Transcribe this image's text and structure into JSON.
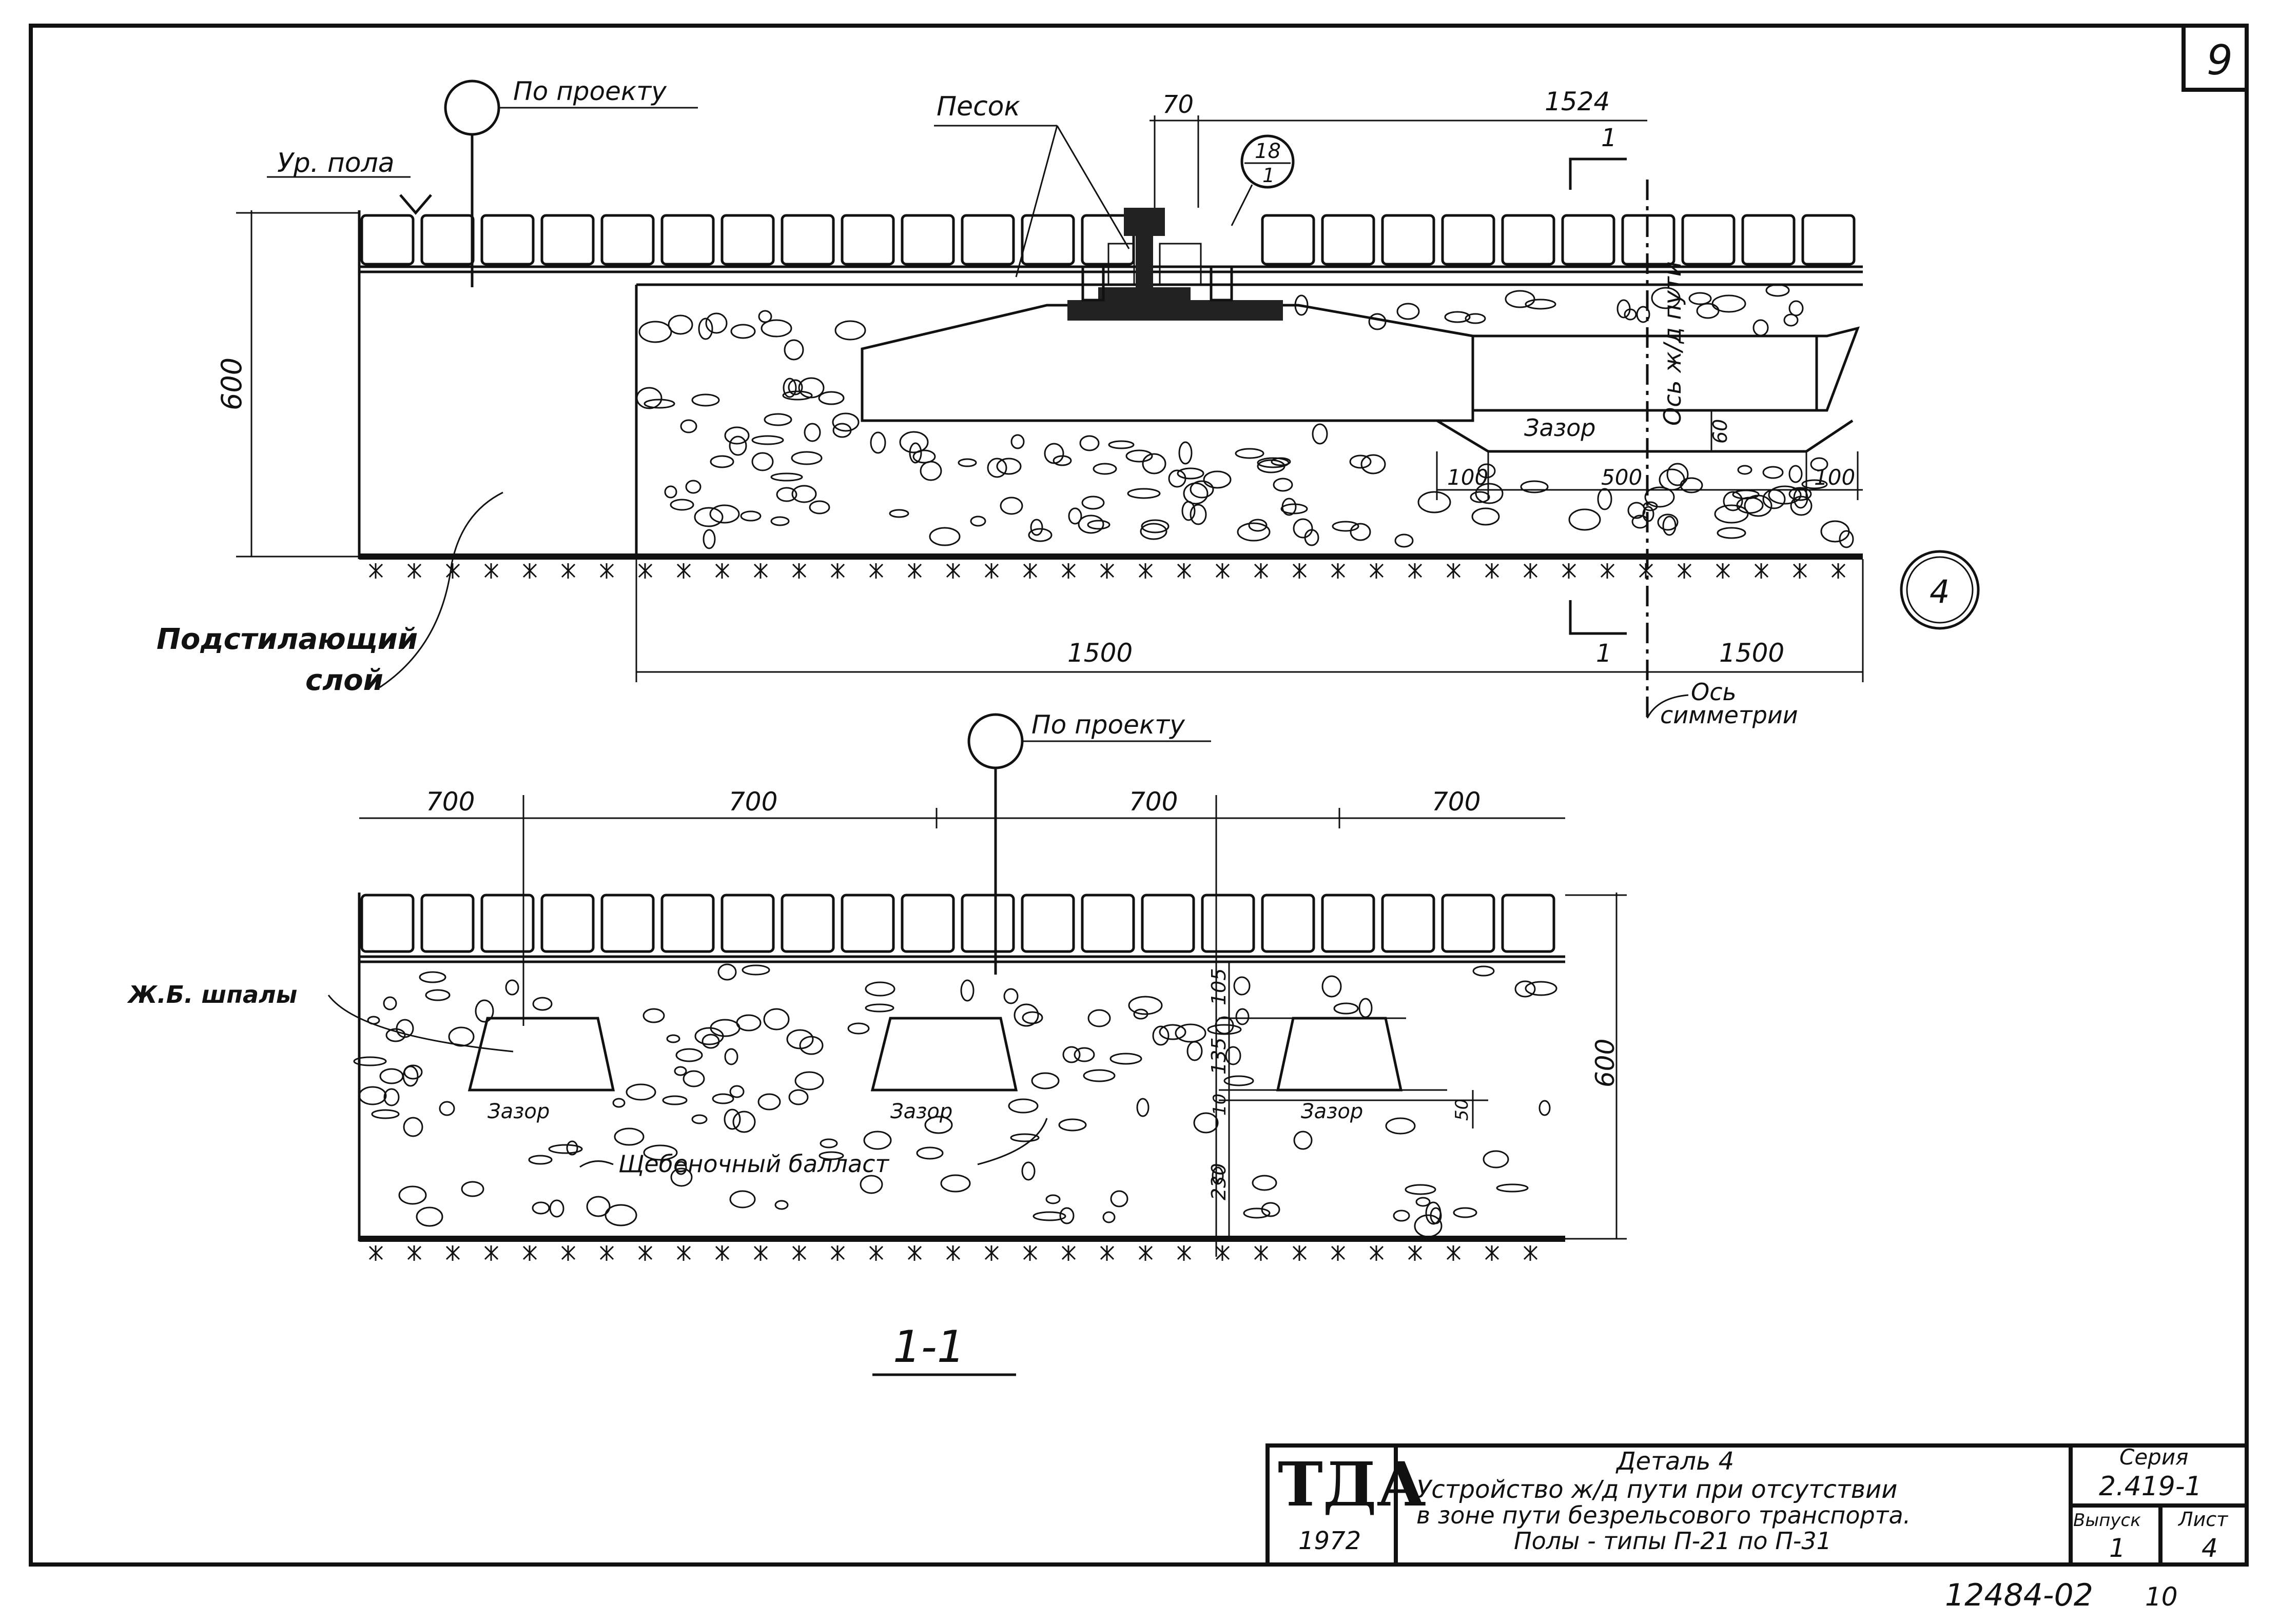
{
  "sheet_number": "9",
  "plan": {
    "floor_level_label": "Ур. пола",
    "per_project_label": "По проекту",
    "sand_label": "Песок",
    "dim_rail_gap": "70",
    "dim_track_gauge": "1524",
    "callout_top": "18",
    "callout_bottom": "1",
    "section_mark": "1",
    "track_axis_label": "Ось ж/д пути",
    "gap_label": "Зазор",
    "dim_gap_height": "60",
    "dim_left_100": "100",
    "dim_500": "500",
    "dim_right_100": "100",
    "dim_height_600": "600",
    "dim_1500_left": "1500",
    "dim_1500_right": "1500",
    "symmetry_axis_label": "Ось симметрии",
    "underlayer_label_1": "Подстилающий",
    "underlayer_label_2": "слой",
    "detail_circle": "4"
  },
  "section": {
    "per_project_label": "По проекту",
    "dims_700": [
      "700",
      "700",
      "700",
      "700"
    ],
    "sleeper_label": "Ж.Б. шпалы",
    "gap_label": "Зазор",
    "ballast_label": "Щебеночный балласт",
    "dim_105": "105",
    "dim_135": "135",
    "dim_10": "10",
    "dim_230": "230",
    "dim_50": "50",
    "dim_600": "600",
    "title": "1-1"
  },
  "title_block": {
    "logo": "ТДА",
    "year": "1972",
    "detail": "Деталь 4",
    "line1": "Устройство ж/д пути при отсутствии",
    "line2": "в зоне пути безрельсового транспорта.",
    "line3": "Полы - типы П-21 по П-31",
    "series_label": "Серия",
    "series_value": "2.419-1",
    "issue_label": "Выпуск",
    "issue_value": "1",
    "sheet_label": "Лист",
    "sheet_value": "4"
  },
  "stamp_number": "12484-02",
  "stamp_page": "10"
}
